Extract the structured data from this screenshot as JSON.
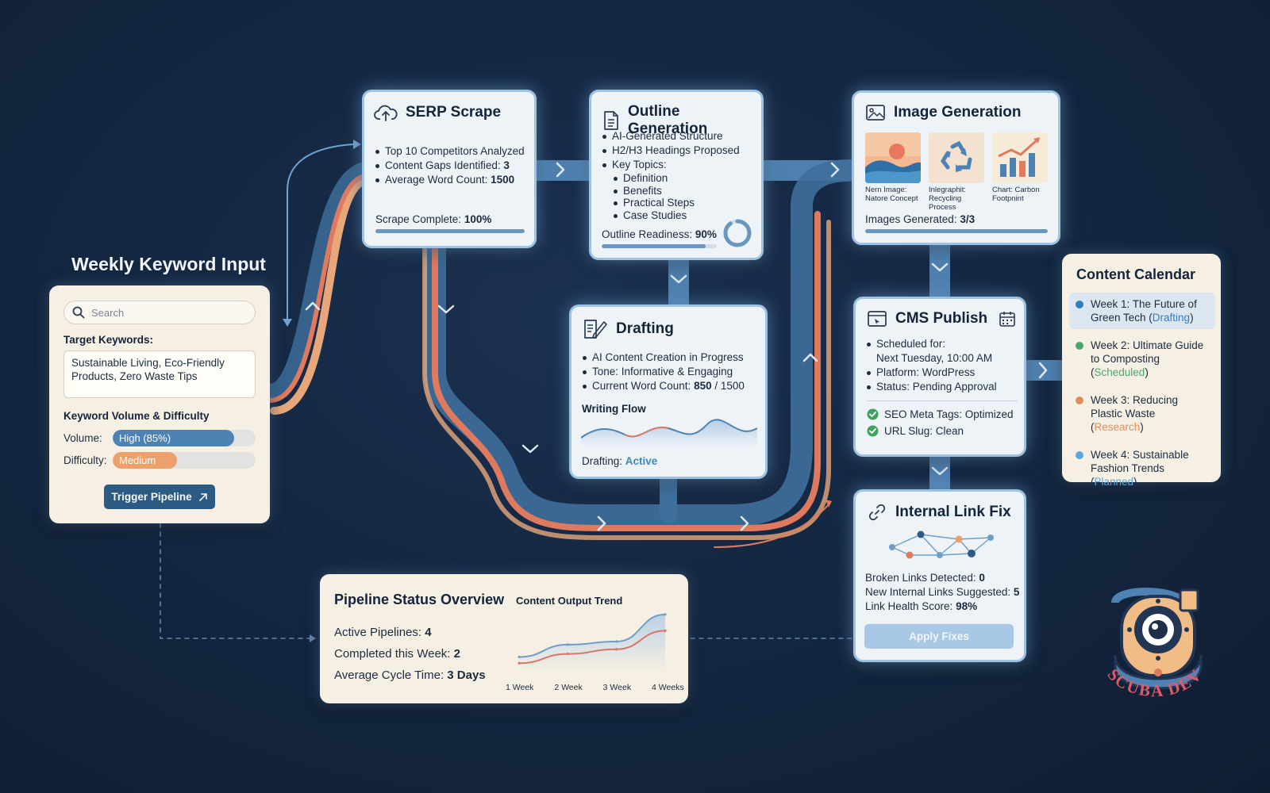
{
  "keyword_input": {
    "heading": "Weekly Keyword Input",
    "search_placeholder": "Search",
    "target_label": "Target Keywords:",
    "target_value": "Sustainable Living, Eco-Friendly Products, Zero Waste Tips",
    "metrics_label": "Keyword Volume & Difficulty",
    "volume_label": "Volume:",
    "volume_value": "High (85%)",
    "volume_level": 0.85,
    "difficulty_label": "Difficulty:",
    "difficulty_value": "Medium (45%)",
    "difficulty_level": 0.45,
    "button_label": "Trigger Pipeline"
  },
  "serp": {
    "title": "SERP Scrape",
    "items": [
      {
        "text": "Top 10 Competitors Analyzed",
        "value": ""
      },
      {
        "text": "Content Gaps Identified: ",
        "value": "3"
      },
      {
        "text": "Average Word Count: ",
        "value": "1500"
      }
    ],
    "status_label": "Scrape Complete: ",
    "status_value": "100%",
    "progress": 1.0
  },
  "outline": {
    "title": "Outline Generation",
    "items": [
      "AI-Generated Structure",
      "H2/H3 Headings Proposed",
      "Key Topics:"
    ],
    "subtopics": [
      "Definition",
      "Benefits",
      "Practical Steps",
      "Case Studies"
    ],
    "readiness_label": "Outline Readiness: ",
    "readiness_value": "90%",
    "progress": 0.9
  },
  "drafting": {
    "title": "Drafting",
    "items": [
      {
        "text": "AI Content Creation in Progress",
        "value": ""
      },
      {
        "text": "Tone: Informative & Engaging",
        "value": ""
      },
      {
        "text": "Current Word Count: ",
        "value": "850",
        "suffix": " / 1500"
      }
    ],
    "flow_label": "Writing Flow",
    "status_label": "Drafting: ",
    "status_value": "Active"
  },
  "images": {
    "title": "Image Generation",
    "thumbs": [
      {
        "caption": "Nern Image: Natore Concept",
        "icon": "landscape-icon"
      },
      {
        "caption": "Inlegraphit: Recycling Process",
        "icon": "recycle-icon"
      },
      {
        "caption": "Chart: Carbon Footpnint",
        "icon": "bar-chart-icon"
      }
    ],
    "status_label": "Images Generated: ",
    "status_value": "3/3",
    "progress": 1.0
  },
  "cms": {
    "title": "CMS Publish",
    "items": [
      {
        "line1": "Scheduled for:",
        "line2": "Next Tuesday, 10:00 AM"
      },
      {
        "line1": "Platform: WordPress",
        "line2": ""
      },
      {
        "line1": "Status: Pending Approval",
        "line2": ""
      }
    ],
    "checks": [
      "SEO Meta Tags: Optimized",
      "URL Slug: Clean"
    ]
  },
  "links": {
    "title": "Internal Link Fix",
    "stats": [
      {
        "label": "Broken Links Detected: ",
        "value": "0"
      },
      {
        "label": "New Internal Links Suggested: ",
        "value": "5"
      },
      {
        "label": "Link Health Score: ",
        "value": "98%"
      }
    ],
    "button_label": "Apply Fixes"
  },
  "calendar": {
    "title": "Content Calendar",
    "items": [
      {
        "text": "Week 1: The Future of Green Tech",
        "status": "Drafting",
        "color": "#2f7fbf"
      },
      {
        "text": "Week 2: Ultimate Guide to Composting",
        "status": "Scheduled",
        "color": "#4aa86a"
      },
      {
        "text": "Week 3: Reducing Plastic Waste",
        "status": "Research",
        "color": "#e08d5c"
      },
      {
        "text": "Week 4: Sustainable Fashion Trends",
        "status": "Planned",
        "color": "#5aa7d8"
      }
    ]
  },
  "overview": {
    "title": "Pipeline Status Overview",
    "stats": [
      {
        "label": "Active Pipelines: ",
        "value": "4"
      },
      {
        "label": "Completed this Week: ",
        "value": "2"
      },
      {
        "label": "Average Cycle Time: ",
        "value": "3 Days"
      }
    ]
  },
  "chart_data": {
    "type": "line",
    "title": "Content Output Trend",
    "categories": [
      "1 Week",
      "2 Week",
      "3 Week",
      "4 Weeks"
    ],
    "series": [
      {
        "values": [
          2.0,
          3.6,
          4.0,
          7.5
        ],
        "color": "#6f9ec7"
      },
      {
        "values": [
          1.2,
          2.4,
          3.0,
          5.4
        ],
        "color": "#d9756a"
      }
    ],
    "ylim": [
      0,
      8
    ]
  },
  "brand": {
    "text": "SCUBA DEV"
  },
  "colors": {
    "pipe_blue": "#4e7fae",
    "pipe_orange": "#e07a5f",
    "accent": "#2b5a82"
  }
}
